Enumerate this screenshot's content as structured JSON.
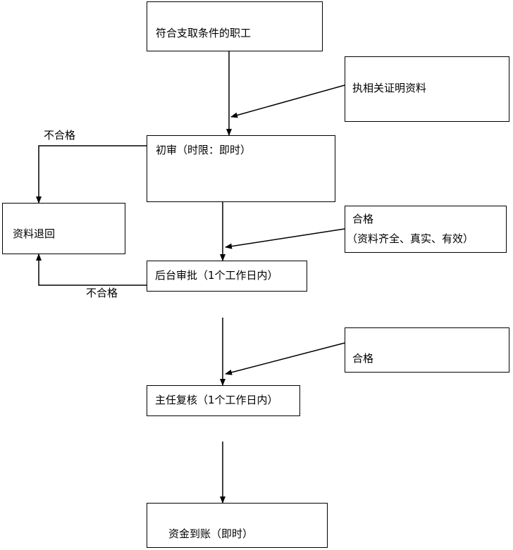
{
  "nodes": {
    "eligible": "符合支取条件的职工",
    "docs": "执相关证明资料",
    "initial": "初审（时限：即时）",
    "returned": "资料退回",
    "qualified_docs_1": "合格",
    "qualified_docs_2": "（资料齐全、真实、有效）",
    "backend": "后台审批（1个工作日内）",
    "qualified": "合格",
    "review": "主任复核（1个工作日内）",
    "funds": "资金到账（即时）"
  },
  "edges": {
    "fail_initial": "不合格",
    "fail_backend": "不合格"
  }
}
